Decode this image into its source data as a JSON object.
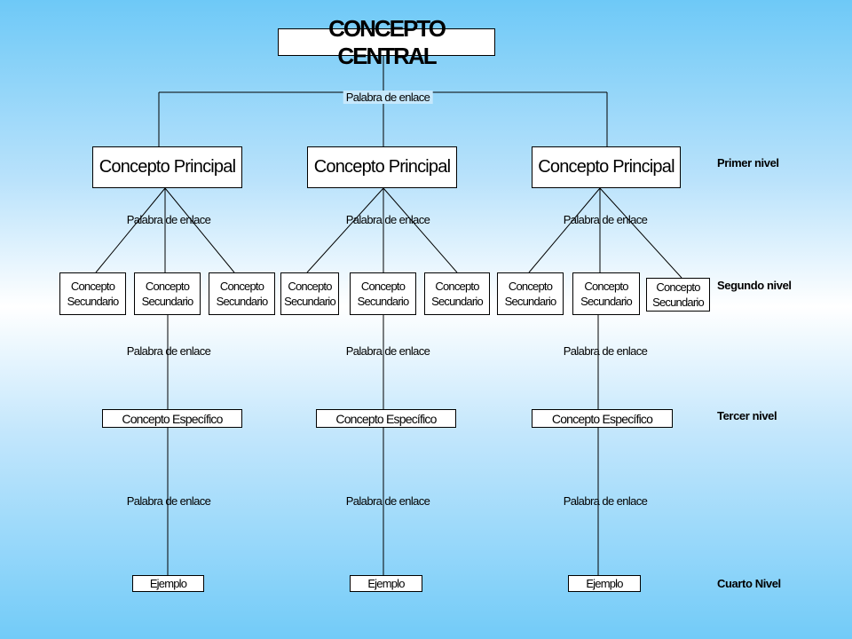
{
  "central": "CONCEPTO CENTRAL",
  "link_text": "Palabra de enlace",
  "principal": [
    "Concepto Principal",
    "Concepto Principal",
    "Concepto Principal"
  ],
  "secundario": {
    "line1": "Concepto",
    "line2": "Secundario"
  },
  "especifico": [
    "Concepto Específico",
    "Concepto Específico",
    "Concepto Específico"
  ],
  "ejemplo": [
    "Ejemplo",
    "Ejemplo",
    "Ejemplo"
  ],
  "levels": {
    "primer": "Primer nivel",
    "segundo": "Segundo nivel",
    "tercer": "Tercer nivel",
    "cuarto": "Cuarto Nivel"
  }
}
